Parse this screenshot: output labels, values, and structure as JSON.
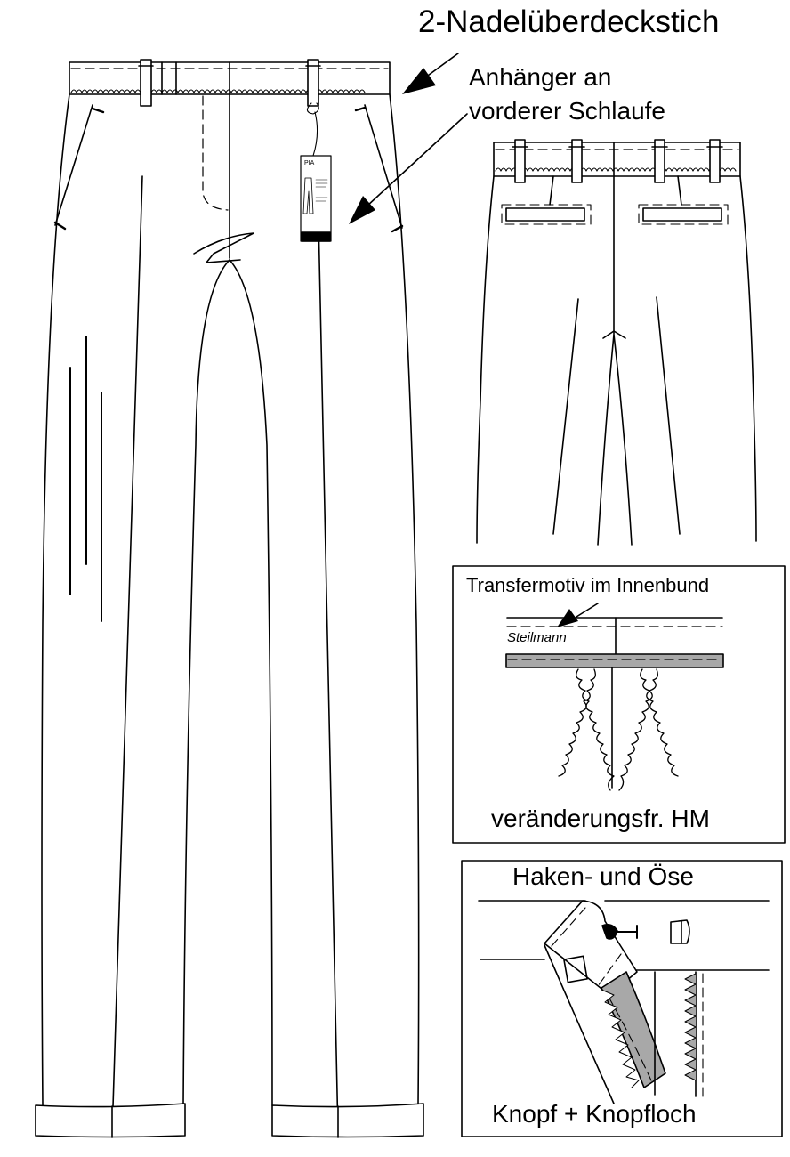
{
  "labels": {
    "stitch": "2-Nadelüberdeckstich",
    "hangtag_line1": "Anhänger an",
    "hangtag_line2": "vorderer Schlaufe",
    "transfer": "Transfermotiv im Innenbund",
    "brand": "Steilmann",
    "hem": "veränderungsfr. HM",
    "hook": "Haken- und Öse",
    "button": "Knopf + Knopfloch",
    "tag_title": "PIA"
  },
  "colors": {
    "line": "#000000",
    "fill_gray": "#a8a8a8",
    "background": "#ffffff"
  }
}
